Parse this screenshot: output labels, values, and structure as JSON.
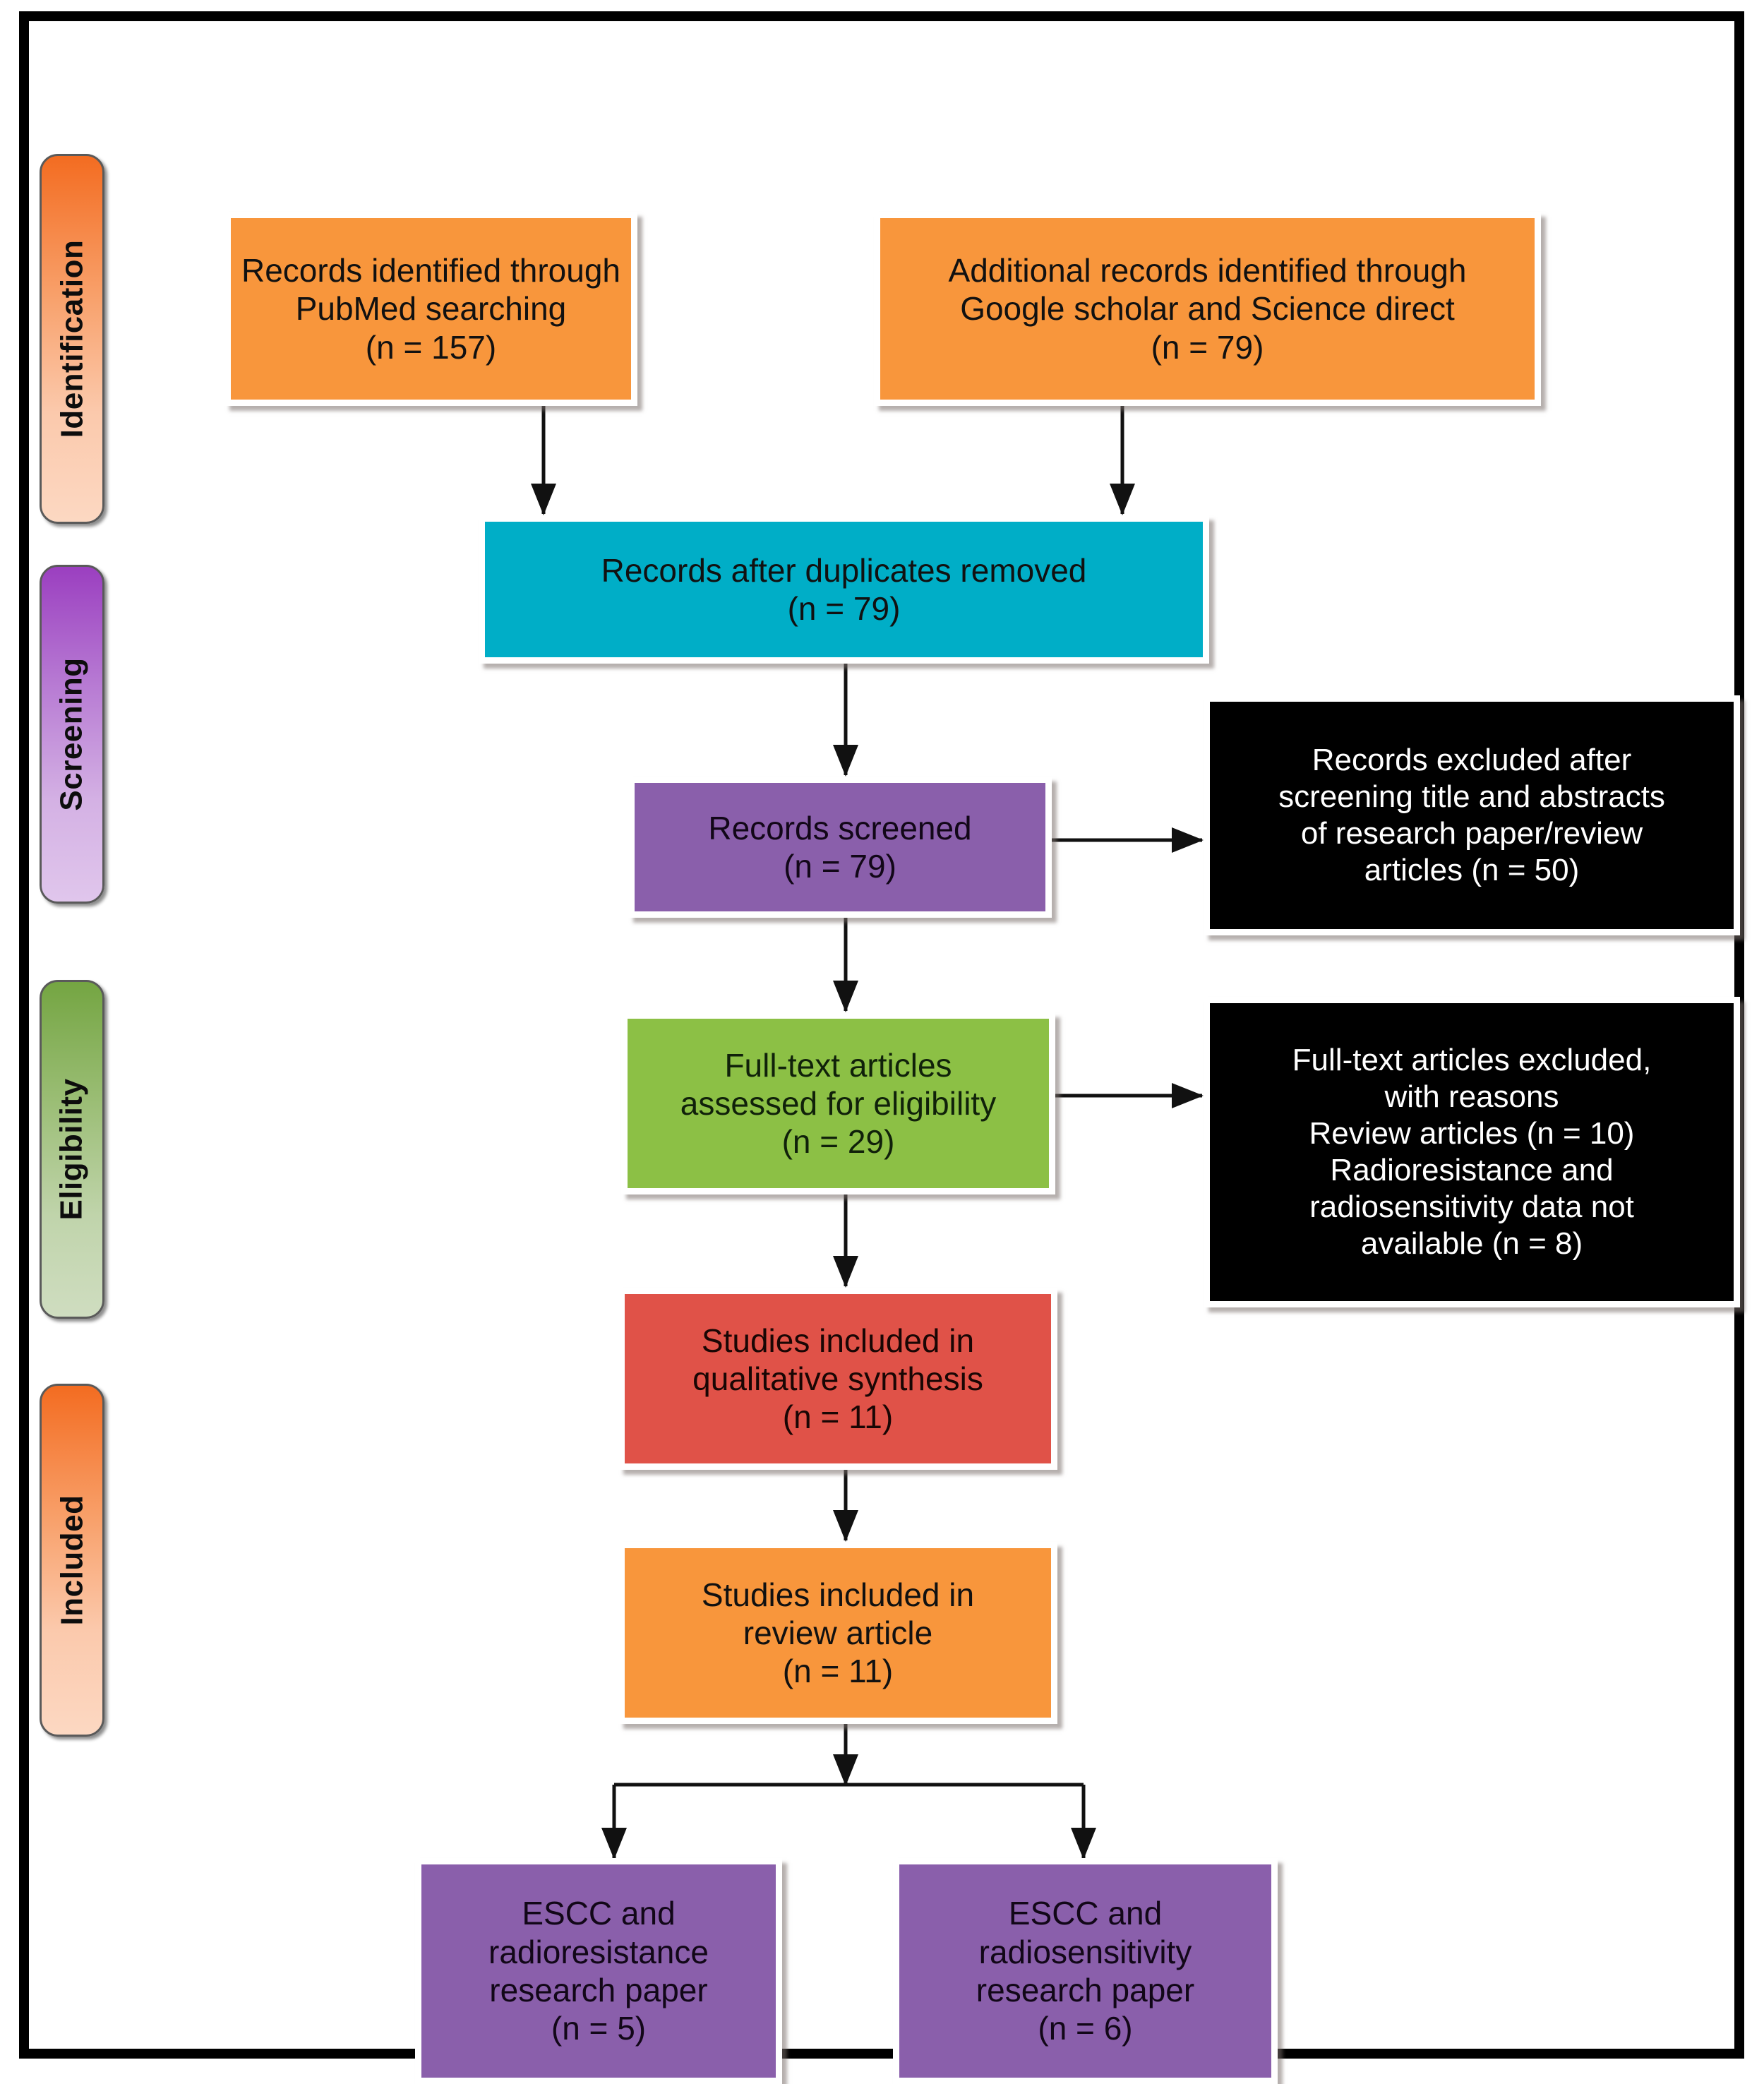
{
  "figure": {
    "type": "prisma-flow-diagram",
    "border_color": "#000000"
  },
  "stages": [
    {
      "id": "identification",
      "label": "Identification",
      "color": "#f36c21"
    },
    {
      "id": "screening",
      "label": "Screening",
      "color": "#9b3fc0"
    },
    {
      "id": "eligibility",
      "label": "Eligibility",
      "color": "#74a542"
    },
    {
      "id": "included",
      "label": "Included",
      "color": "#f36c21"
    }
  ],
  "nodes": {
    "pubmed": {
      "name": "records-identified-pubmed",
      "color": "#f8963c",
      "lines": [
        "Records identified through",
        "PubMed searching",
        "(n = 157)"
      ],
      "count": 157
    },
    "additional": {
      "name": "additional-records-identified",
      "color": "#f8963c",
      "lines": [
        "Additional records identified through",
        "Google scholar and Science direct",
        "(n = 79)"
      ],
      "count": 79
    },
    "duplicates_removed": {
      "name": "records-after-duplicates-removed",
      "color": "#00aec7",
      "lines": [
        "Records after duplicates removed",
        "(n = 79)"
      ],
      "count": 79
    },
    "screened": {
      "name": "records-screened",
      "color": "#8a5fab",
      "lines": [
        "Records screened",
        "(n = 79)"
      ],
      "count": 79
    },
    "records_excluded": {
      "name": "records-excluded-after-screening",
      "color": "#000000",
      "lines": [
        "Records excluded after",
        "screening title and abstracts",
        "of research paper/review",
        "articles (n = 50)"
      ],
      "count": 50
    },
    "fulltext_assessed": {
      "name": "full-text-articles-assessed",
      "color": "#8cc045",
      "lines": [
        "Full-text articles",
        "assessed for eligibility",
        "(n = 29)"
      ],
      "count": 29
    },
    "fulltext_excluded": {
      "name": "full-text-articles-excluded",
      "color": "#000000",
      "lines": [
        "Full-text articles excluded,",
        "with reasons",
        "Review articles (n = 10)",
        "Radioresistance and",
        "radiosensitivity data not",
        "available (n = 8)"
      ],
      "counts": [
        10,
        8
      ]
    },
    "qualitative": {
      "name": "studies-included-qualitative-synthesis",
      "color": "#e05248",
      "lines": [
        "Studies included in",
        "qualitative synthesis",
        "(n = 11)"
      ],
      "count": 11
    },
    "review_article": {
      "name": "studies-included-review-article",
      "color": "#f8963c",
      "lines": [
        "Studies included in",
        "review article",
        "(n = 11)"
      ],
      "count": 11
    },
    "radioresistance": {
      "name": "escc-radioresistance-research-paper",
      "color": "#8a5fab",
      "lines": [
        "ESCC and",
        "radioresistance",
        "research paper",
        "(n = 5)"
      ],
      "count": 5
    },
    "radiosensitivity": {
      "name": "escc-radiosensitivity-research-paper",
      "color": "#8a5fab",
      "lines": [
        "ESCC and",
        "radiosensitivity",
        "research paper",
        "(n = 6)"
      ],
      "count": 6
    }
  }
}
